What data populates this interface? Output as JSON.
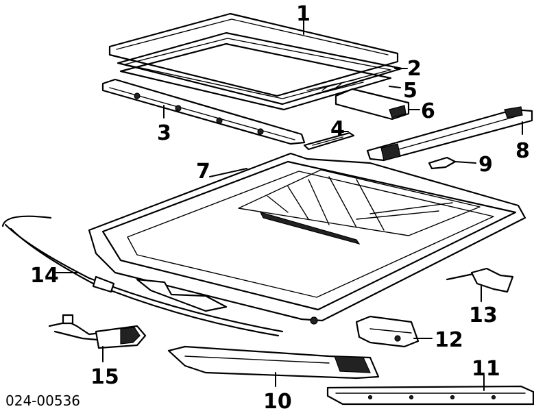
{
  "reference_code": "024-00536",
  "callouts": [
    {
      "id": "1",
      "label": "1"
    },
    {
      "id": "2",
      "label": "2"
    },
    {
      "id": "3",
      "label": "3"
    },
    {
      "id": "4",
      "label": "4"
    },
    {
      "id": "5",
      "label": "5"
    },
    {
      "id": "6",
      "label": "6"
    },
    {
      "id": "7",
      "label": "7"
    },
    {
      "id": "8",
      "label": "8"
    },
    {
      "id": "9",
      "label": "9"
    },
    {
      "id": "10",
      "label": "10"
    },
    {
      "id": "11",
      "label": "11"
    },
    {
      "id": "12",
      "label": "12"
    },
    {
      "id": "13",
      "label": "13"
    },
    {
      "id": "14",
      "label": "14"
    },
    {
      "id": "15",
      "label": "15"
    }
  ]
}
